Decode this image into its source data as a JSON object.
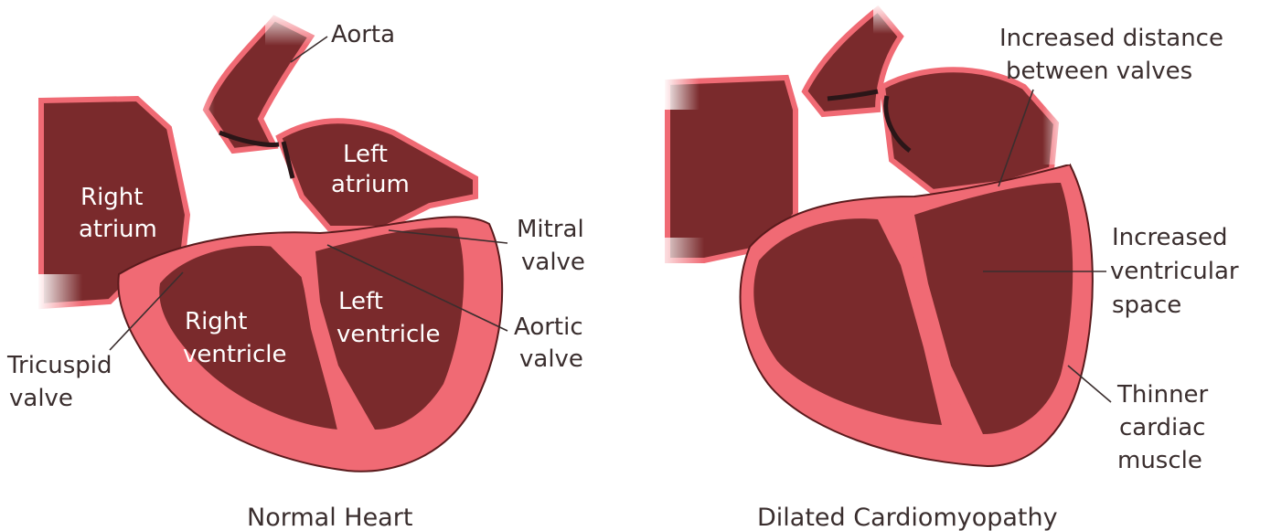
{
  "colors": {
    "chamber": "#7a2a2c",
    "muscle": "#f06a74",
    "outline": "#5a1a1c",
    "valve_line": "#2a1618",
    "text": "#3a2e2e"
  },
  "normal_heart": {
    "caption": "Normal Heart",
    "labels": {
      "aorta": "Aorta",
      "left_atrium": [
        "Left",
        "atrium"
      ],
      "right_atrium": [
        "Right",
        "atrium"
      ],
      "mitral_valve": [
        "Mitral",
        "valve"
      ],
      "right_ventricle": [
        "Right",
        "ventricle"
      ],
      "left_ventricle": [
        "Left",
        "ventricle"
      ],
      "aortic_valve": [
        "Aortic",
        "valve"
      ],
      "tricuspid_valve": [
        "Tricuspid",
        "valve"
      ]
    }
  },
  "dilated_heart": {
    "caption": "Dilated Cardiomyopathy",
    "labels": {
      "increased_distance": [
        "Increased distance",
        "between valves"
      ],
      "increased_space": [
        "Increased",
        "ventricular",
        "space"
      ],
      "thinner_muscle": [
        "Thinner",
        "cardiac",
        "muscle"
      ]
    }
  }
}
